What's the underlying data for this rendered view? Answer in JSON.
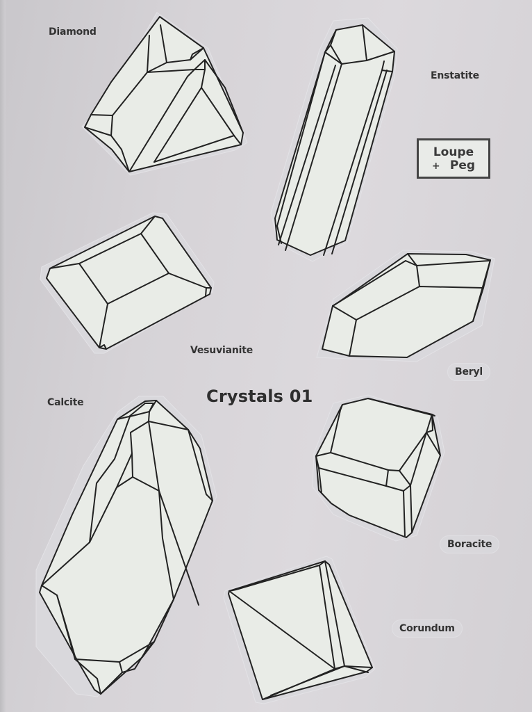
{
  "sheet": {
    "title": "Crystals 01",
    "badge": {
      "line1": "Loupe",
      "line2_symbol": "+",
      "line2_text": "Peg"
    },
    "colors": {
      "background": "#d6d3d7",
      "sticker_fill": "#e9ece7",
      "outline": "#222222",
      "label_text": "#333333"
    }
  },
  "stickers": [
    {
      "name": "Diamond",
      "label": "Diamond"
    },
    {
      "name": "Enstatite",
      "label": "Enstatite"
    },
    {
      "name": "Vesuvianite",
      "label": "Vesuvianite"
    },
    {
      "name": "Beryl",
      "label": "Beryl"
    },
    {
      "name": "Calcite",
      "label": "Calcite"
    },
    {
      "name": "Boracite",
      "label": "Boracite"
    },
    {
      "name": "Corundum",
      "label": "Corundum"
    }
  ]
}
